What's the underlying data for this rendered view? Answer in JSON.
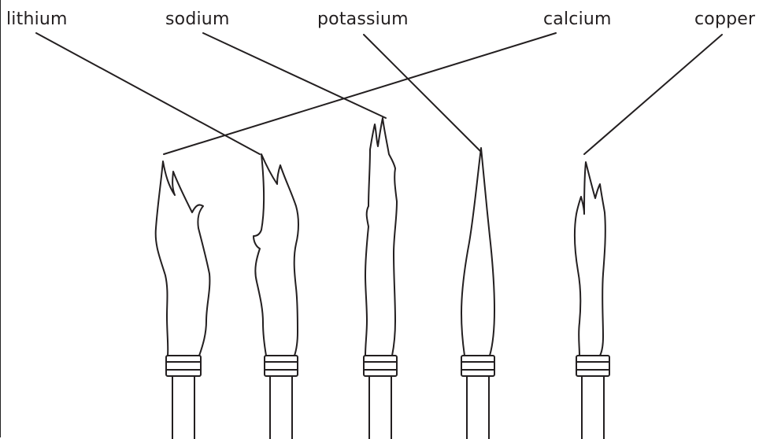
{
  "labels": {
    "lithium": "lithium",
    "sodium": "sodium",
    "potassium": "potassium",
    "calcium": "calcium",
    "copper": "copper"
  },
  "colors": {
    "ink": "#231f20",
    "background": "#ffffff"
  },
  "flames": [
    {
      "name": "flame-calcium-position-1",
      "element": "calcium"
    },
    {
      "name": "flame-lithium-position-2",
      "element": "lithium"
    },
    {
      "name": "flame-sodium-position-3",
      "element": "sodium"
    },
    {
      "name": "flame-potassium-position-4",
      "element": "potassium"
    },
    {
      "name": "flame-copper-position-5",
      "element": "copper"
    }
  ]
}
